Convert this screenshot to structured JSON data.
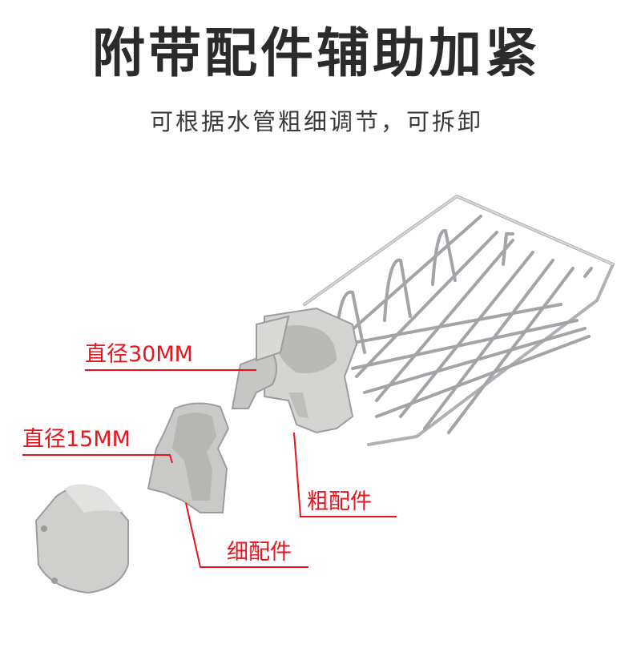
{
  "header": {
    "title": "附带配件辅助加紧",
    "subtitle": "可根据水管粗细调节，可拆卸"
  },
  "labels": {
    "diameter_30": "直径30MM",
    "diameter_15": "直径15MM",
    "thick_part": "粗配件",
    "thin_part": "细配件"
  },
  "colors": {
    "label_red": "#e8141e",
    "plastic_gray": "#c9c9c7",
    "chrome": "#a8a8ac"
  }
}
